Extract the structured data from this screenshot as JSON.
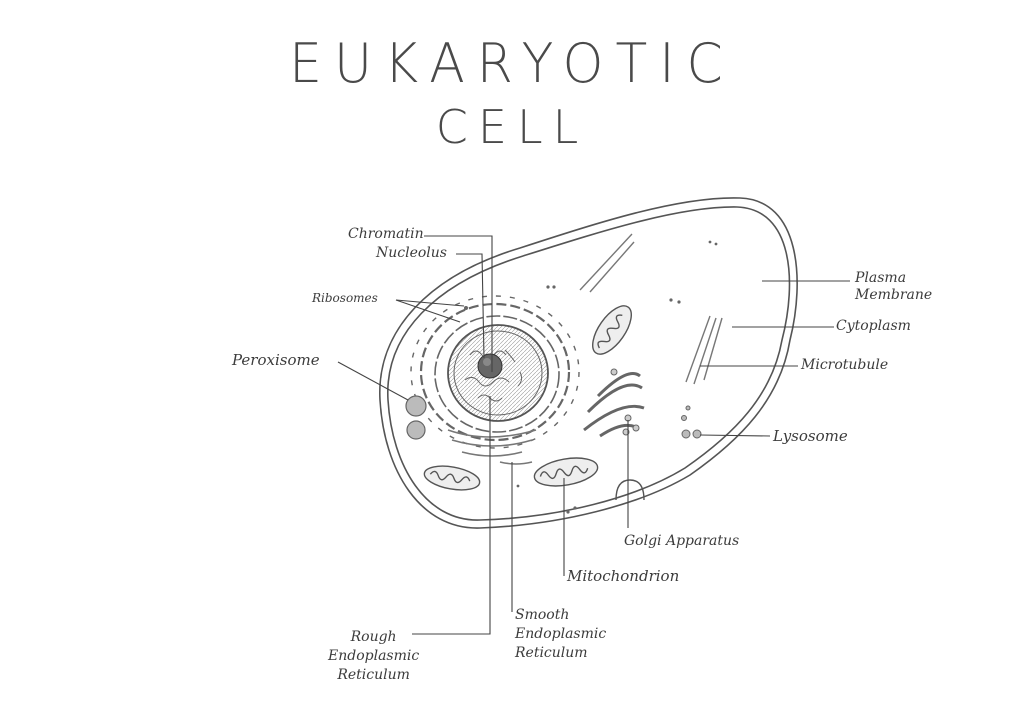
{
  "title": {
    "line1": "EUKARYOTIC",
    "line2": "CELL"
  },
  "labels": {
    "chromatin": "Chromatin",
    "nucleolus": "Nucleolus",
    "ribosomes": "Ribosomes",
    "peroxisome": "Peroxisome",
    "plasma_membrane": "Plasma\nMembrane",
    "cytoplasm": "Cytoplasm",
    "microtubule": "Microtubule",
    "lysosome": "Lysosome",
    "golgi": "Golgi Apparatus",
    "mitochondrion": "Mitochondrion",
    "smooth_er": "Smooth\nEndoplasmic\nReticulum",
    "rough_er": "Rough\nEndoplasmic\nReticulum"
  }
}
